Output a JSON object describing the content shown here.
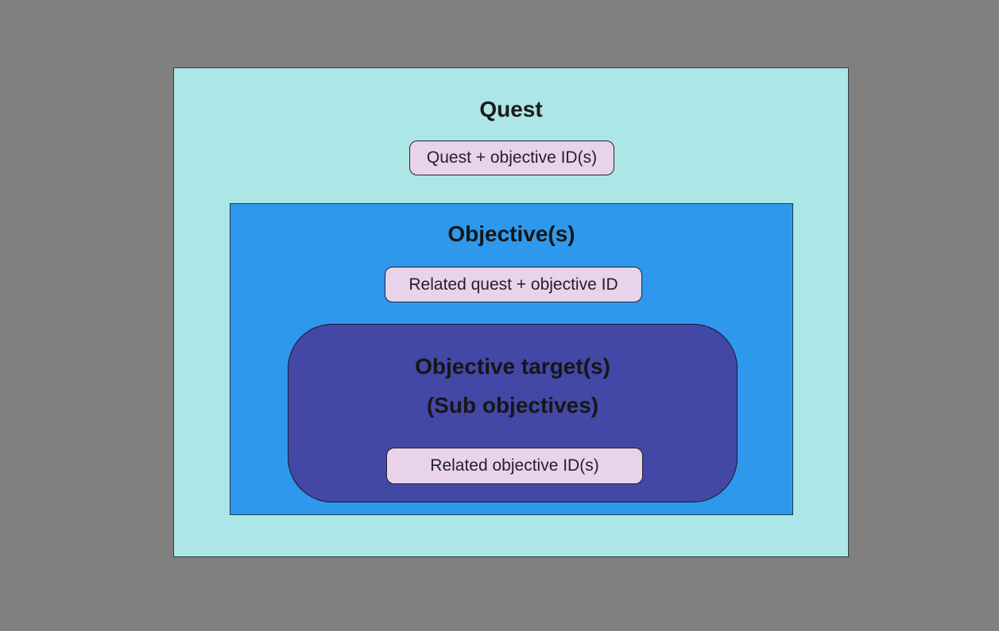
{
  "diagram": {
    "quest": {
      "title": "Quest",
      "badge": "Quest + objective ID(s)"
    },
    "objectives": {
      "title": "Objective(s)",
      "badge": "Related quest + objective ID"
    },
    "objective_targets": {
      "title_line1": "Objective target(s)",
      "title_line2": "(Sub objectives)",
      "badge": "Related objective ID(s)"
    }
  },
  "colors": {
    "canvas_background": "#808080",
    "quest_fill": "#ace6e6",
    "objectives_fill": "#2e99ec",
    "objective_targets_fill": "#4347a5",
    "badge_fill": "#e8d3ea",
    "box_border": "#1f2d3d",
    "text": "#1a1a1a"
  }
}
